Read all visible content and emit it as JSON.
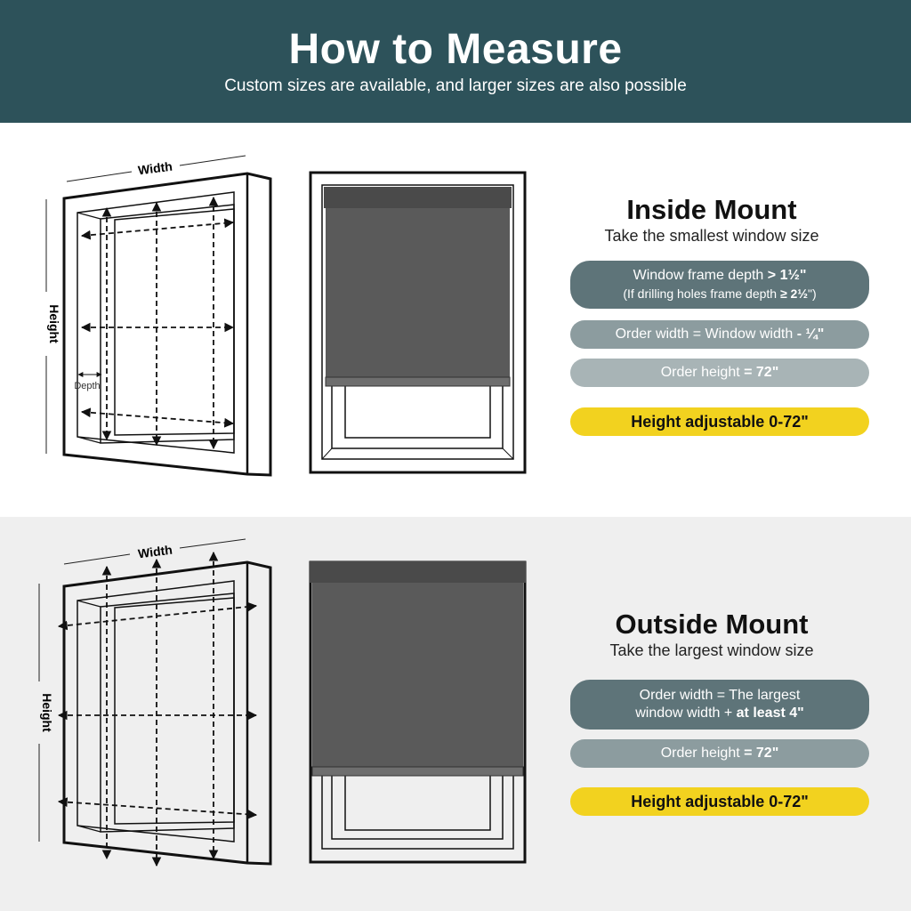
{
  "header": {
    "title": "How to Measure",
    "subtitle": "Custom sizes are available, and larger sizes are also possible"
  },
  "diagram_labels": {
    "width": "Width",
    "height": "Height",
    "depth": "Depth"
  },
  "inside_mount": {
    "title": "Inside Mount",
    "subtitle": "Take the smallest window size",
    "pill_depth_line1": "Window frame depth",
    "pill_depth_value1": "> 1½\"",
    "pill_depth_line2a": "(If drilling holes frame depth",
    "pill_depth_value2": "≥ 2½",
    "pill_depth_line2b": "\")",
    "pill_width_text": "Order width = Window width",
    "pill_width_value": "- ¼\"",
    "pill_height_text": "Order height",
    "pill_height_value": "= 72\"",
    "pill_adjustable": "Height adjustable 0-72\""
  },
  "outside_mount": {
    "title": "Outside Mount",
    "subtitle": "Take the largest window size",
    "pill_width_line1": "Order width = The largest",
    "pill_width_line2": "window width +",
    "pill_width_value": "at least 4\"",
    "pill_height_text": "Order height",
    "pill_height_value": "= 72\"",
    "pill_adjustable": "Height adjustable 0-72\""
  },
  "colors": {
    "header_bg": "#2d525a",
    "shade": "#5a5a5a",
    "accent_yellow": "#f2d21f"
  }
}
